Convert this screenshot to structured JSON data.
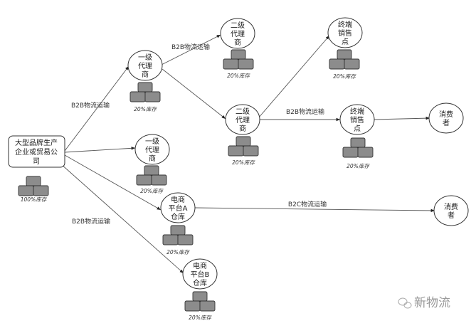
{
  "source": {
    "lines": [
      "大型品牌生产",
      "企业或贸易公",
      "司"
    ],
    "stock": "100%库存"
  },
  "nodes": [
    {
      "id": "a1",
      "lines": [
        "一级",
        "代理",
        "商"
      ],
      "stock": "20%库存"
    },
    {
      "id": "a2",
      "lines": [
        "一级",
        "代理",
        "商"
      ],
      "stock": "20%库存"
    },
    {
      "id": "b1",
      "lines": [
        "二级",
        "代理",
        "商"
      ],
      "stock": "20%库存"
    },
    {
      "id": "b2",
      "lines": [
        "二级",
        "代理",
        "商"
      ],
      "stock": "20%库存"
    },
    {
      "id": "c1",
      "lines": [
        "终端",
        "销售",
        "点"
      ],
      "stock": "20%库存"
    },
    {
      "id": "c2",
      "lines": [
        "终端",
        "销售",
        "点"
      ],
      "stock": "20%库存"
    },
    {
      "id": "d1",
      "lines": [
        "消费",
        "者"
      ],
      "stock": null
    },
    {
      "id": "e1",
      "lines": [
        "电商",
        "平台A",
        "仓库"
      ],
      "stock": "20%库存"
    },
    {
      "id": "e2",
      "lines": [
        "电商",
        "平台B",
        "仓库"
      ],
      "stock": "20%库存"
    },
    {
      "id": "d2",
      "lines": [
        "消费",
        "者"
      ],
      "stock": null
    }
  ],
  "edges": [
    {
      "from": "source",
      "to": "a1",
      "label": "B2B物流运输"
    },
    {
      "from": "source",
      "to": "a2",
      "label": ""
    },
    {
      "from": "source",
      "to": "e1",
      "label": ""
    },
    {
      "from": "source",
      "to": "e2",
      "label": "B2B物流运输"
    },
    {
      "from": "a1",
      "to": "b1",
      "label": "B2B物流运输"
    },
    {
      "from": "a1",
      "to": "b2",
      "label": ""
    },
    {
      "from": "b2",
      "to": "c1",
      "label": ""
    },
    {
      "from": "b2",
      "to": "c2",
      "label": "B2B物流运输"
    },
    {
      "from": "c2",
      "to": "d1",
      "label": ""
    },
    {
      "from": "e1",
      "to": "d2",
      "label": "B2C物流运输"
    }
  ],
  "watermark": "新物流",
  "colors": {
    "box_fill": "#8c8c8c",
    "stroke": "#333333",
    "edge": "#555555"
  }
}
